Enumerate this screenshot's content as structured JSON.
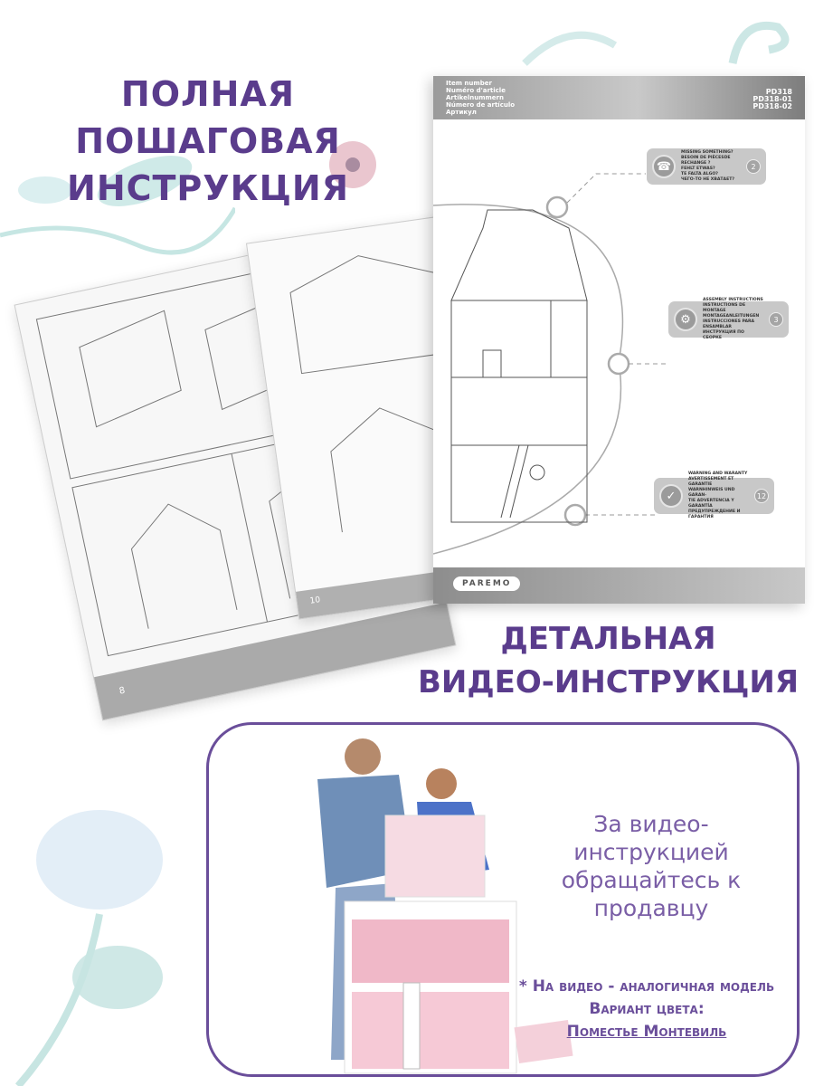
{
  "headings": {
    "instruction_line1": "ПОЛНАЯ ПОШАГОВАЯ",
    "instruction_line2": "ИНСТРУКЦИЯ",
    "video_line1": "ДЕТАЛЬНАЯ",
    "video_line2": "ВИДЕО-ИНСТРУКЦИЯ"
  },
  "manual": {
    "header_labels": [
      "Item number",
      "Numéro d'article",
      "Artikelnummern",
      "Número de artículo",
      "Артикул"
    ],
    "item_numbers": [
      "PD318",
      "PD318-01",
      "PD318-02"
    ],
    "callouts": [
      {
        "icon": "phone-icon",
        "lines": [
          "MISSING SOMETHING?",
          "BESOIN DE PIÈCESDE RECHANGE ?",
          "FEHLT ETWAS?",
          "TE FALTA ALGO?",
          "ЧЕГО-ТО НЕ ХВАТАЕТ?"
        ],
        "page": "2"
      },
      {
        "icon": "gear-icon",
        "lines": [
          "ASSEMBLY INSTRUCTIONS",
          "INSTRUCTIONS DE MONTAGE",
          "MONTAGEANLEITUNGEN",
          "INSTRUCCIONES PARA ENSAMBLAR",
          "ИНСТРУКЦИЯ ПО СБОРКЕ"
        ],
        "page": "3"
      },
      {
        "icon": "document-check-icon",
        "lines": [
          "WARNING AND WARANTY",
          "AVERTISSEMENT ET GARANTIE",
          "WARNHINWEIS UND GARAN-",
          "TIE ADVERTENCIA Y GARANTÍA",
          "ПРЕДУПРЕЖДЕНИЕ И ГАРАНТИЯ"
        ],
        "page": "12"
      }
    ],
    "logo": "PAREMO"
  },
  "booklet": {
    "page_left": "8",
    "page_mid": "10"
  },
  "video": {
    "text_lines": [
      "За видео-",
      "инструкцией",
      "обращайтесь к",
      "продавцу"
    ],
    "note_line1": "* На видео - аналогичная модель",
    "note_line2": "Вариант цвета:",
    "color_variant_link": "Поместье Монтевиль"
  },
  "colors": {
    "accent": "#5a3c8c",
    "frame": "#6a4e9a",
    "decor": "#bfe3e0"
  }
}
